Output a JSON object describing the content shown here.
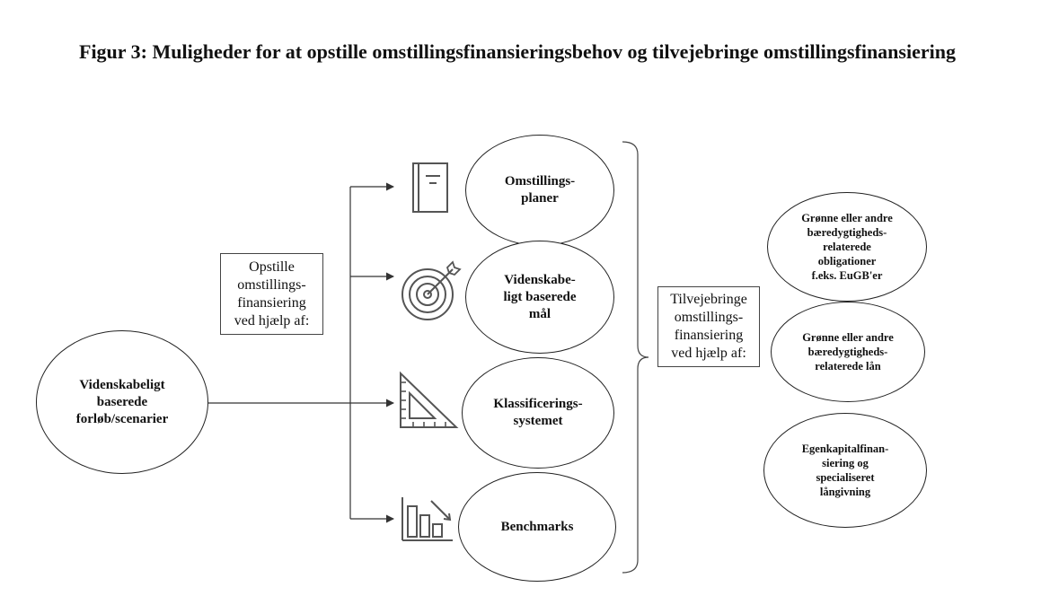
{
  "title": "Figur 3: Muligheder for at opstille omstillingsfinansieringsbehov og tilvejebringe omstillingsfinansiering",
  "source_node": {
    "label": "Videnskabeligt\nbaserede\nforløb/scenarier"
  },
  "left_box": {
    "label": "Opstille\nomstillings-\nfinansiering\nved hjælp af:"
  },
  "middle_nodes": [
    {
      "label": "Omstillings-\nplaner",
      "icon": "document-icon"
    },
    {
      "label": "Videnskabe-\nligt baserede\nmål",
      "icon": "target-icon"
    },
    {
      "label": "Klassificerings-\nsystemet",
      "icon": "triangle-ruler-icon"
    },
    {
      "label": "Benchmarks",
      "icon": "bar-chart-icon"
    }
  ],
  "right_box": {
    "label": "Tilvejebringe\nomstillings-\nfinansiering\nved hjælp af:"
  },
  "right_nodes": [
    {
      "label": "Grønne eller andre\nbæredygtigheds-\nrelaterede\nobligationer\nf.eks. EuGB'er"
    },
    {
      "label": "Grønne eller andre\nbæredygtigheds-\nrelaterede lån"
    },
    {
      "label": "Egenkapitalfinan-\nsiering og\nspecialiseret\nlångivning"
    }
  ]
}
